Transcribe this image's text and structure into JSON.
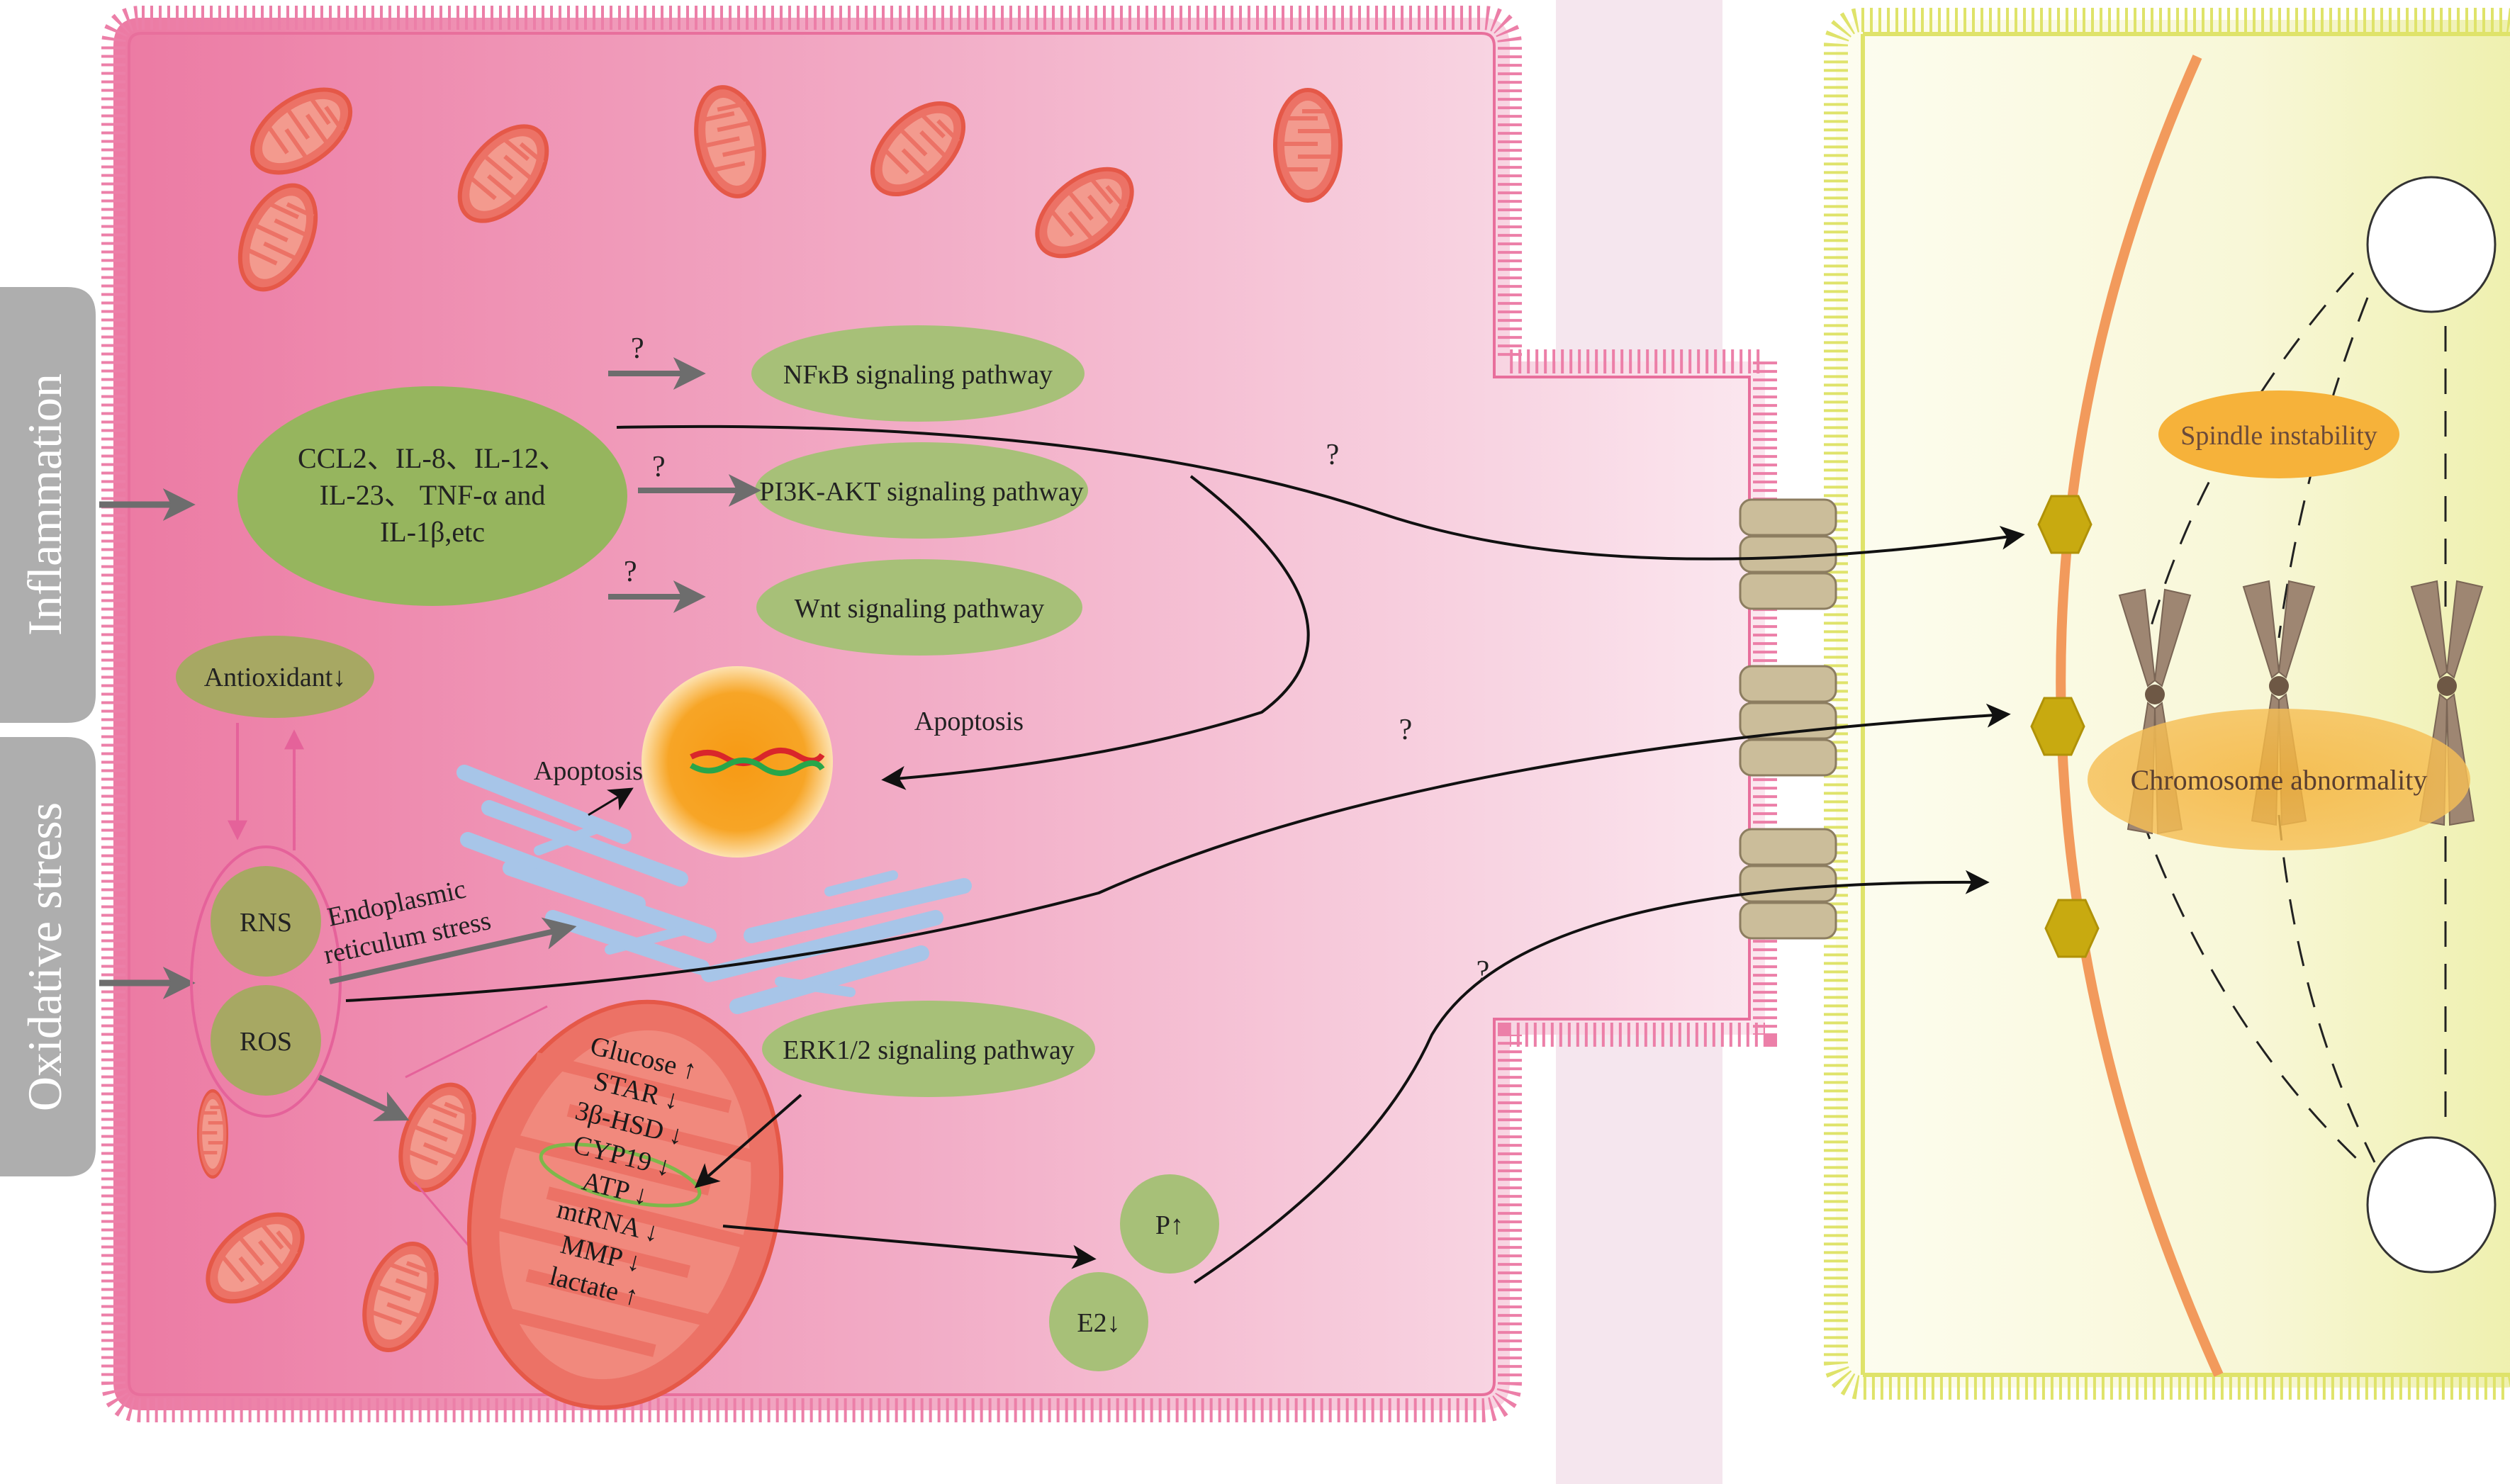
{
  "side_tabs": {
    "inflammation": "Inflammation",
    "oxidative_stress": "Oxidative stress"
  },
  "cytokines": {
    "line1": "CCL2、IL-8、IL-12、",
    "line2": "IL-23、 TNF-α and",
    "line3": "IL-1β,etc"
  },
  "pathways": {
    "nfkb": "NFκB signaling pathway",
    "pi3k": "PI3K-AKT signaling pathway",
    "wnt": "Wnt signaling pathway",
    "erk": "ERK1/2 signaling pathway"
  },
  "question_mark": "?",
  "antioxidant": "Antioxidant↓",
  "rns": "RNS",
  "ros": "ROS",
  "er_stress": {
    "line1": "Endoplasmic",
    "line2": "reticulum stress"
  },
  "apoptosis": "Apoptosis",
  "mito_list": [
    "Glucose ↑",
    "STAR ↓",
    "3β-HSD ↓",
    "CYP19 ↓",
    "ATP ↓",
    "mtRNA ↓",
    "MMP ↓",
    "lactate ↑"
  ],
  "hormones": {
    "p": "P↑",
    "e2": "E2↓"
  },
  "oocyte": {
    "spindle": "Spindle instability",
    "chromosome": "Chromosome abnormality"
  },
  "colors": {
    "cell_membrane": "#ec7fa8",
    "cytoplasm_left": "#ec7aa3",
    "oocyte_membrane": "#dfe36a",
    "green_oval": "#96b55e",
    "olive_circle": "#a7a863",
    "orange_label": "#f6b23a",
    "mitochondria": "#ec7266",
    "er": "#a7c5e8"
  }
}
